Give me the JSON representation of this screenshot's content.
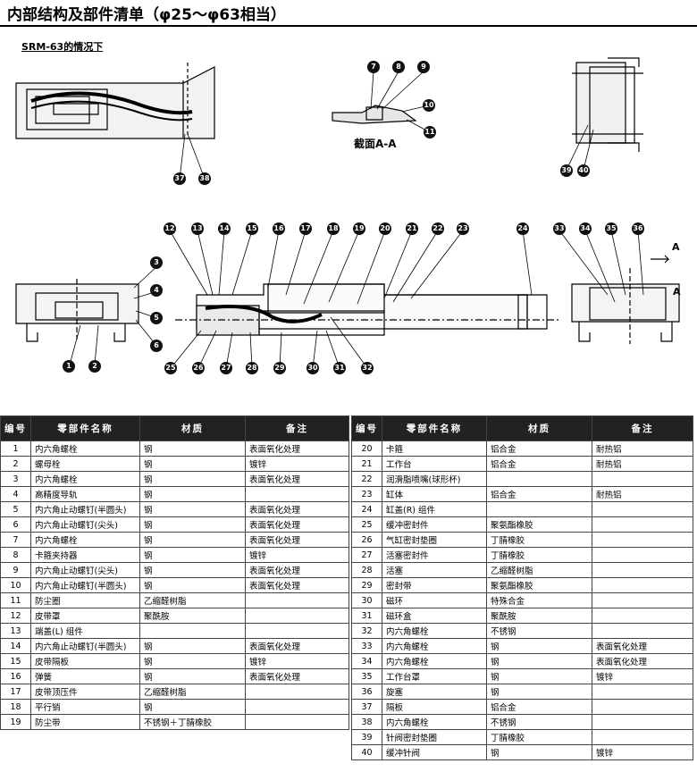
{
  "title": "内部结构及部件清单（φ25〜φ63相当）",
  "caption": "SRM-63的情况下",
  "section_label": "截面A-A",
  "view_marks": [
    "A",
    "A"
  ],
  "callouts": [
    "1",
    "2",
    "3",
    "4",
    "5",
    "6",
    "7",
    "8",
    "9",
    "10",
    "11",
    "12",
    "13",
    "14",
    "15",
    "16",
    "17",
    "18",
    "19",
    "20",
    "21",
    "22",
    "23",
    "24",
    "25",
    "26",
    "27",
    "28",
    "29",
    "30",
    "31",
    "32",
    "33",
    "34",
    "35",
    "36",
    "37",
    "38",
    "39",
    "40"
  ],
  "table_headers": {
    "no": "编号",
    "name": "零部件名称",
    "material": "材质",
    "note": "备注"
  },
  "parts_left": [
    {
      "no": "1",
      "name": "内六角螺栓",
      "material": "钢",
      "note": "表面氧化处理"
    },
    {
      "no": "2",
      "name": "螺母栓",
      "material": "钢",
      "note": "镀锌"
    },
    {
      "no": "3",
      "name": "内六角螺栓",
      "material": "钢",
      "note": "表面氧化处理"
    },
    {
      "no": "4",
      "name": "高精度导轨",
      "material": "钢",
      "note": ""
    },
    {
      "no": "5",
      "name": "内六角止动螺钉(半圆头)",
      "material": "钢",
      "note": "表面氧化处理"
    },
    {
      "no": "6",
      "name": "内六角止动螺钉(尖头)",
      "material": "钢",
      "note": "表面氧化处理"
    },
    {
      "no": "7",
      "name": "内六角螺栓",
      "material": "钢",
      "note": "表面氧化处理"
    },
    {
      "no": "8",
      "name": "卡箍夹持器",
      "material": "钢",
      "note": "镀锌"
    },
    {
      "no": "9",
      "name": "内六角止动螺钉(尖头)",
      "material": "钢",
      "note": "表面氧化处理"
    },
    {
      "no": "10",
      "name": "内六角止动螺钉(半圆头)",
      "material": "钢",
      "note": "表面氧化处理"
    },
    {
      "no": "11",
      "name": "防尘圈",
      "material": "乙缩醛树脂",
      "note": ""
    },
    {
      "no": "12",
      "name": "皮带罩",
      "material": "聚酰胺",
      "note": ""
    },
    {
      "no": "13",
      "name": "端盖(L) 组件",
      "material": "",
      "note": ""
    },
    {
      "no": "14",
      "name": "内六角止动螺钉(半圆头)",
      "material": "钢",
      "note": "表面氧化处理"
    },
    {
      "no": "15",
      "name": "皮带隔板",
      "material": "钢",
      "note": "镀锌"
    },
    {
      "no": "16",
      "name": "弹簧",
      "material": "钢",
      "note": "表面氧化处理"
    },
    {
      "no": "17",
      "name": "皮带顶压件",
      "material": "乙缩醛树脂",
      "note": ""
    },
    {
      "no": "18",
      "name": "平行销",
      "material": "钢",
      "note": ""
    },
    {
      "no": "19",
      "name": "防尘带",
      "material": "不锈钢＋丁腈橡胶",
      "note": ""
    }
  ],
  "parts_right": [
    {
      "no": "20",
      "name": "卡箍",
      "material": "铝合金",
      "note": "耐热铝"
    },
    {
      "no": "21",
      "name": "工作台",
      "material": "铝合金",
      "note": "耐热铝"
    },
    {
      "no": "22",
      "name": "润滑脂喷嘴(球形杯)",
      "material": "",
      "note": ""
    },
    {
      "no": "23",
      "name": "缸体",
      "material": "铝合金",
      "note": "耐热铝"
    },
    {
      "no": "24",
      "name": "缸盖(R) 组件",
      "material": "",
      "note": ""
    },
    {
      "no": "25",
      "name": "缓冲密封件",
      "material": "聚氨酯橡胶",
      "note": ""
    },
    {
      "no": "26",
      "name": "气缸密封垫圈",
      "material": "丁腈橡胶",
      "note": ""
    },
    {
      "no": "27",
      "name": "活塞密封件",
      "material": "丁腈橡胶",
      "note": ""
    },
    {
      "no": "28",
      "name": "活塞",
      "material": "乙缩醛树脂",
      "note": ""
    },
    {
      "no": "29",
      "name": "密封带",
      "material": "聚氨酯橡胶",
      "note": ""
    },
    {
      "no": "30",
      "name": "磁环",
      "material": "特殊合金",
      "note": ""
    },
    {
      "no": "31",
      "name": "磁环盒",
      "material": "聚酰胺",
      "note": ""
    },
    {
      "no": "32",
      "name": "内六角螺栓",
      "material": "不锈钢",
      "note": ""
    },
    {
      "no": "33",
      "name": "内六角螺栓",
      "material": "钢",
      "note": "表面氧化处理"
    },
    {
      "no": "34",
      "name": "内六角螺栓",
      "material": "钢",
      "note": "表面氧化处理"
    },
    {
      "no": "35",
      "name": "工作台罩",
      "material": "钢",
      "note": "镀锌"
    },
    {
      "no": "36",
      "name": "旋塞",
      "material": "钢",
      "note": ""
    },
    {
      "no": "37",
      "name": "隔板",
      "material": "铝合金",
      "note": ""
    },
    {
      "no": "38",
      "name": "内六角螺栓",
      "material": "不锈钢",
      "note": ""
    },
    {
      "no": "39",
      "name": "针阀密封垫圈",
      "material": "丁腈橡胶",
      "note": ""
    },
    {
      "no": "40",
      "name": "缓冲针阀",
      "material": "钢",
      "note": "镀锌"
    }
  ]
}
